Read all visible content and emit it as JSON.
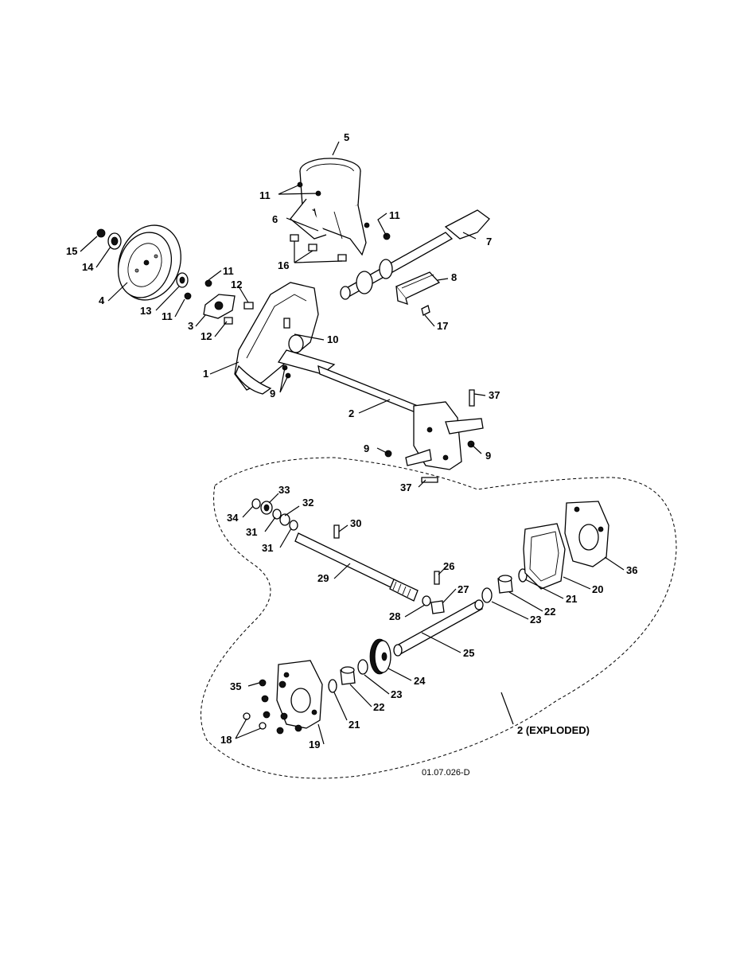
{
  "diagram_code": "01.07.026-D",
  "exploded_label": "2 (EXPLODED)",
  "callouts": [
    {
      "id": "c5",
      "text": "5"
    },
    {
      "id": "c11a",
      "text": "11"
    },
    {
      "id": "c6",
      "text": "6"
    },
    {
      "id": "c11b",
      "text": "11"
    },
    {
      "id": "c7",
      "text": "7"
    },
    {
      "id": "c16",
      "text": "16"
    },
    {
      "id": "c15",
      "text": "15"
    },
    {
      "id": "c14",
      "text": "14"
    },
    {
      "id": "c4",
      "text": "4"
    },
    {
      "id": "c11c",
      "text": "11"
    },
    {
      "id": "c12a",
      "text": "12"
    },
    {
      "id": "c8",
      "text": "8"
    },
    {
      "id": "c13",
      "text": "13"
    },
    {
      "id": "c11d",
      "text": "11"
    },
    {
      "id": "c3",
      "text": "3"
    },
    {
      "id": "c12b",
      "text": "12"
    },
    {
      "id": "c17",
      "text": "17"
    },
    {
      "id": "c10",
      "text": "10"
    },
    {
      "id": "c1",
      "text": "1"
    },
    {
      "id": "c9a",
      "text": "9"
    },
    {
      "id": "c37a",
      "text": "37"
    },
    {
      "id": "c2",
      "text": "2"
    },
    {
      "id": "c9b",
      "text": "9"
    },
    {
      "id": "c9c",
      "text": "9"
    },
    {
      "id": "c37b",
      "text": "37"
    },
    {
      "id": "c33",
      "text": "33"
    },
    {
      "id": "c32",
      "text": "32"
    },
    {
      "id": "c34",
      "text": "34"
    },
    {
      "id": "c30",
      "text": "30"
    },
    {
      "id": "c31a",
      "text": "31"
    },
    {
      "id": "c31b",
      "text": "31"
    },
    {
      "id": "c36",
      "text": "36"
    },
    {
      "id": "c29",
      "text": "29"
    },
    {
      "id": "c26",
      "text": "26"
    },
    {
      "id": "c20",
      "text": "20"
    },
    {
      "id": "c27",
      "text": "27"
    },
    {
      "id": "c21a",
      "text": "21"
    },
    {
      "id": "c22a",
      "text": "22"
    },
    {
      "id": "c28",
      "text": "28"
    },
    {
      "id": "c23a",
      "text": "23"
    },
    {
      "id": "c25",
      "text": "25"
    },
    {
      "id": "c24",
      "text": "24"
    },
    {
      "id": "c35",
      "text": "35"
    },
    {
      "id": "c23b",
      "text": "23"
    },
    {
      "id": "c22b",
      "text": "22"
    },
    {
      "id": "c21b",
      "text": "21"
    },
    {
      "id": "c18",
      "text": "18"
    },
    {
      "id": "c19",
      "text": "19"
    }
  ]
}
